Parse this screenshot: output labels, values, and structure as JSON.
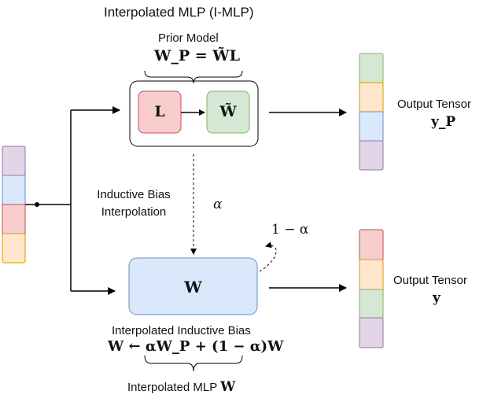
{
  "title": "Interpolated MLP (I-MLP)",
  "prior_model": {
    "label": "Prior Model",
    "equation": "W_P = W̃L",
    "box_l": "L",
    "box_w": "W̃"
  },
  "inductive_bias": {
    "label_line1": "Inductive Bias",
    "label_line2": "Interpolation",
    "alpha": "α",
    "one_minus_alpha": "1 − α"
  },
  "main_box": {
    "label": "W"
  },
  "output_prior": {
    "label": "Output Tensor",
    "symbol": "y_P"
  },
  "output_main": {
    "label": "Output Tensor",
    "symbol": "y"
  },
  "bottom": {
    "label": "Interpolated Inductive Bias",
    "equation": "W ← αW_P + (1 − α)W",
    "caption": "Interpolated MLP",
    "caption_symbol": "W"
  },
  "colors": {
    "purple": "#e1d5e7",
    "blue": "#dae8fc",
    "red": "#f8cecc",
    "orange": "#ffe6cc",
    "green": "#d5e8d4",
    "box_blue_fill": "#dae8fc",
    "box_blue_stroke": "#6c8ebf"
  }
}
